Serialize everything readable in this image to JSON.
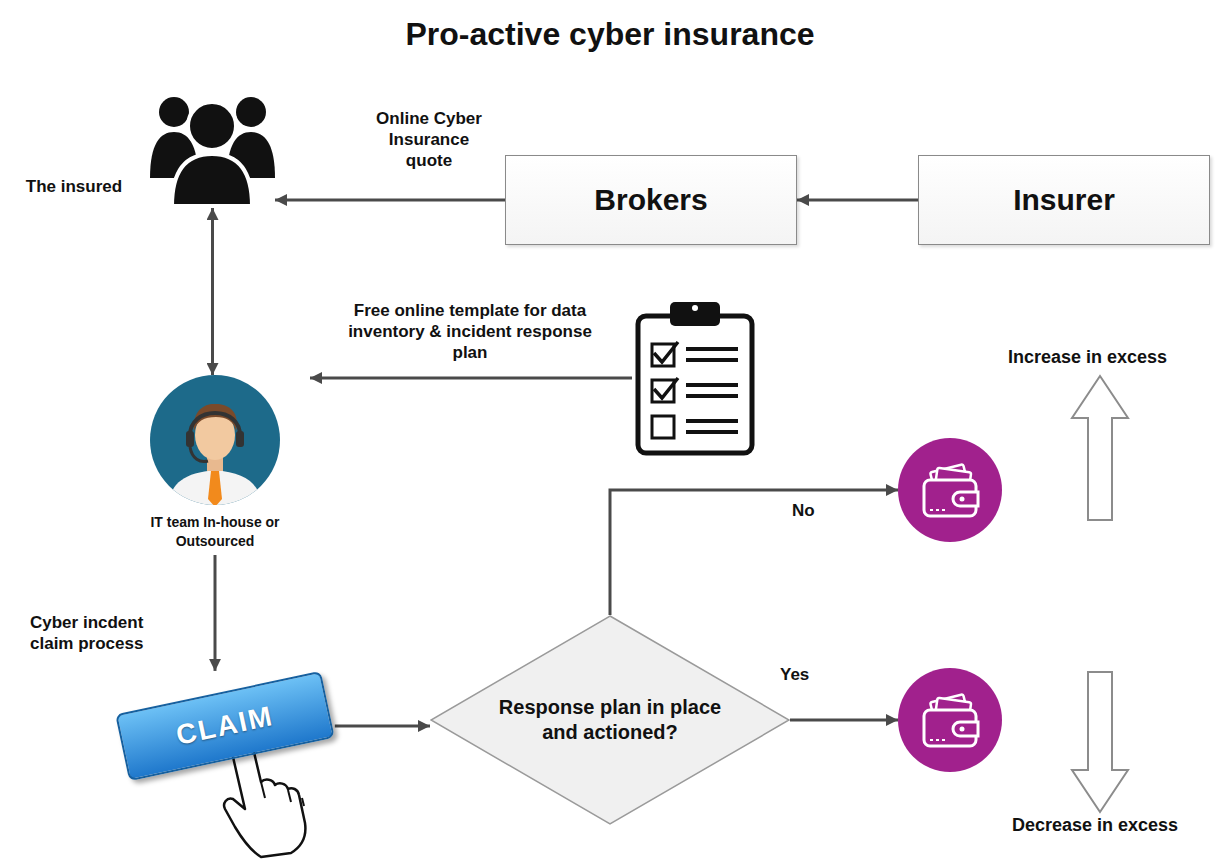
{
  "diagram": {
    "title": "Pro-active cyber insurance",
    "nodes": [
      {
        "text": [
          "The insured"
        ]
      },
      {
        "text": [
          "Brokers"
        ]
      },
      {
        "text": [
          "Insurer"
        ]
      },
      {
        "text": [
          "Free online template for data inventory & incident response plan"
        ]
      },
      {
        "text": [
          "IT team In-house or Outsourced"
        ]
      },
      {
        "text": [
          "Increase in excess"
        ]
      },
      {
        "text": [
          "CLAIM"
        ]
      },
      {
        "text": [
          "Response plan in place and actioned?"
        ]
      },
      {
        "text": [
          "Decrease in excess"
        ]
      }
    ],
    "edges": [
      {
        "from": 2,
        "to": 1,
        "arrow": "to"
      },
      {
        "from": 1,
        "to": 0,
        "arrow": "to",
        "label": "Online Cyber Insurance quote"
      },
      {
        "from": 0,
        "to": 4,
        "arrow": "both"
      },
      {
        "from": 3,
        "to": 4,
        "arrow": "to"
      },
      {
        "from": 4,
        "to": 6,
        "arrow": "to",
        "label": "Cyber incdent claim process"
      },
      {
        "from": 6,
        "to": 7,
        "arrow": "to"
      },
      {
        "from": 7,
        "to": 5,
        "arrow": "to",
        "label": "No"
      },
      {
        "from": 7,
        "to": 8,
        "arrow": "to",
        "label": "Yes"
      }
    ]
  }
}
